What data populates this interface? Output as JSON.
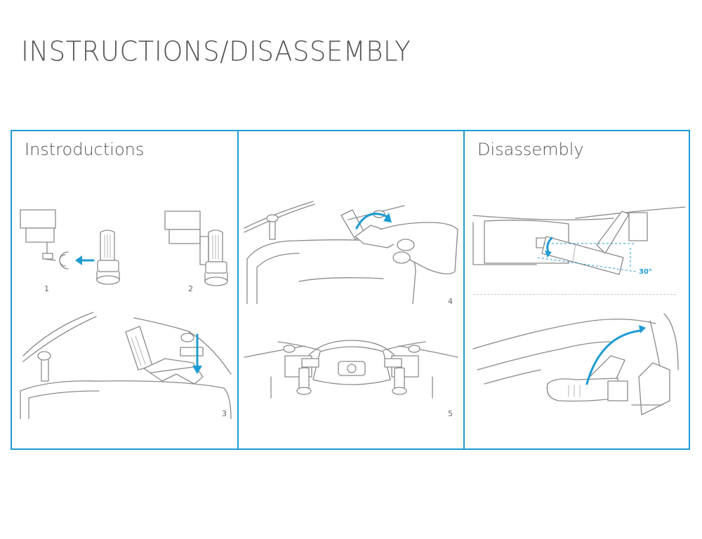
{
  "page": {
    "title": "INSTRUCTIONS/DISASSEMBLY"
  },
  "panels": [
    {
      "title": "Instroductions",
      "steps": [
        "1",
        "2",
        "3"
      ]
    },
    {
      "title": "",
      "steps": [
        "4",
        "5"
      ]
    },
    {
      "title": "Disassembly",
      "angle_label": "30°"
    }
  ],
  "colors": {
    "accent": "#1e9bd3",
    "line": "#8a8a8a",
    "text": "#555555"
  }
}
